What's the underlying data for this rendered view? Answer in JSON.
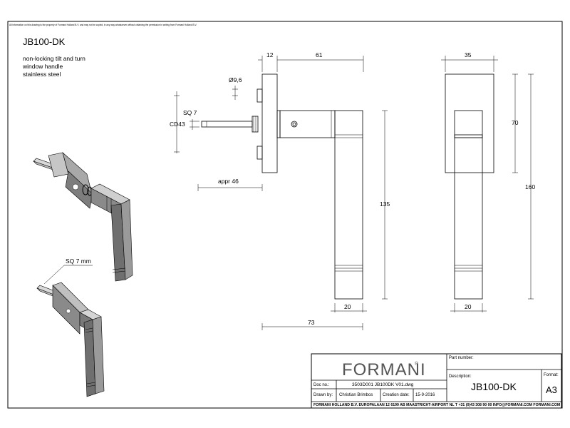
{
  "header": {
    "copyright_notice": "All information on this drawing is the property of Formani Holland B.V. and may not be copied, in any way whatsoever without obtaining the permission in writing from Formani Holland B.V."
  },
  "product": {
    "code": "JB100-DK",
    "description_lines": [
      "non-locking tilt and turn",
      "window handle",
      "stainless steel"
    ]
  },
  "dimensions": {
    "rose_thickness": "12",
    "spindle_depth": "61",
    "rose_width": "35",
    "screw_diameter": "Ø9,6",
    "spindle_square": "SQ 7",
    "center_distance": "CD43",
    "spindle_length": "appr 46",
    "handle_length": "135",
    "rose_height": "70",
    "total_height": "160",
    "lever_width_front": "20",
    "lever_width_side": "20",
    "total_depth": "73",
    "iso_spindle_label": "SQ 7 mm"
  },
  "title_block": {
    "brand": "FORMANI",
    "brand_mark": "®",
    "part_number_label": "Part number:",
    "description_label": "Description:",
    "description_value": "JB100-DK",
    "format_label": "Format:",
    "format_value": "A3",
    "doc_no_label": "Doc no.:",
    "doc_no_value": "3503D001 JB100DK V01.dwg",
    "drawn_by_label": "Drawn by:",
    "drawn_by_value": "Christian Brimbos",
    "creation_date_label": "Creation date:",
    "creation_date_value": "15-9-2016",
    "address": "FORMANI HOLLAND B.V.   EUROPALAAN 12  6199 AB MAASTRICHT-AIRPORT NL  T +31 (0)43 308 90 00 INFO@FORMANI.COM FORMANI.COM"
  }
}
